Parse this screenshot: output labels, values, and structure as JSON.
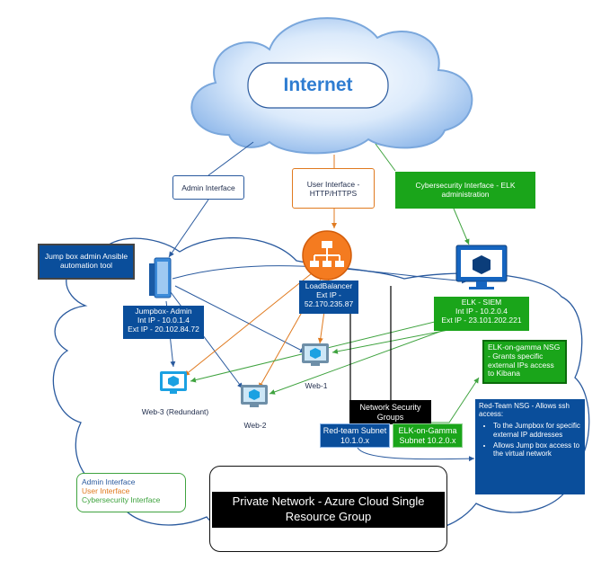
{
  "internet": "Internet",
  "admin_interface": "Admin Interface",
  "user_interface": "User Interface - HTTP/HTTPS",
  "cyber_interface": "Cybersecurity Interface - ELK administration",
  "jumpbox_note": "Jump box admin  Ansible automation tool",
  "jumpbox_label": [
    "Jumpbox- Admin",
    "Int IP - 10.0.1.4",
    "Ext IP - 20.102.84.72"
  ],
  "loadbalancer_label": [
    "LoadBalancer",
    "Ext IP -",
    "52.170.235.87"
  ],
  "elk_label": [
    "ELK - SIEM",
    "Int IP - 10.2.0.4",
    "Ext IP - 23.101.202.221"
  ],
  "elk_nsg": "ELK-on-gamma NSG - Grants specific external IPs access to Kibana",
  "redteam_nsg_title": "Red-Team NSG - Allows ssh access:",
  "redteam_nsg_items": [
    "To the Jumpbox for specific external IP addresses",
    "Allows Jump box access to the virtual network"
  ],
  "nsg_groups": "Network Security Groups",
  "redteam_subnet": "Red-team Subnet 10.1.0.x",
  "elk_subnet": "ELK-on-Gamma Subnet 10.2.0.x",
  "web1": "Web-1",
  "web2": "Web-2",
  "web3": "Web-3 (Redundant)",
  "legend": {
    "admin": "Admin Interface",
    "user": "User Interface",
    "cyber": "Cybersecurity Interface"
  },
  "private_network": "Private Network - Azure Cloud Single Resource Group",
  "colors": {
    "admin": "#2a5a9e",
    "user": "#e07a1f",
    "cyber": "#3fa33f",
    "blue_box": "#0a4e9b",
    "green_box": "#1aa51a"
  }
}
